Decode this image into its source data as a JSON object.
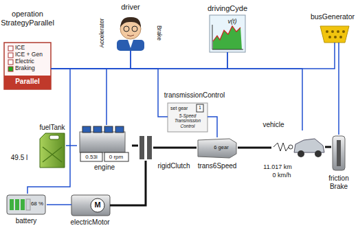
{
  "diagram": {
    "nodes": [
      {
        "text": [
          "operation StrategyParallel",
          "ICE",
          "ICE + Gen",
          "Electric",
          "Braking",
          "Parallel"
        ]
      },
      {
        "text": [
          "driver",
          "Accelerator",
          "Brake"
        ]
      },
      {
        "text": [
          "drivingCyde",
          "v(t)"
        ]
      },
      {
        "text": [
          "busGenerator"
        ]
      },
      {
        "text": [
          "transmissionControl",
          "set gear",
          "1",
          "5-Speed Transmission Control"
        ]
      },
      {
        "text": [
          "fuelTank",
          "49.5 l"
        ]
      },
      {
        "text": [
          "0.53l",
          "0 rpm",
          "engine"
        ]
      },
      {
        "text": [
          "rigidClutch"
        ]
      },
      {
        "text": [
          "6 gear",
          "trans6Speed"
        ]
      },
      {
        "text": [
          "vehicle",
          "11.017 km",
          "0 km/h"
        ]
      },
      {
        "text": [
          "friction Brake"
        ]
      },
      {
        "text": [
          "battery",
          "68 %"
        ]
      },
      {
        "text": [
          "electricMotor",
          "M"
        ]
      }
    ],
    "edges": [
      {
        "from": 0,
        "to": 1,
        "arrow": "none"
      },
      {
        "from": 1,
        "to": 2,
        "arrow": "none"
      },
      {
        "from": 2,
        "to": 3,
        "arrow": "none"
      },
      {
        "from": 3,
        "to": 10,
        "arrow": "none"
      },
      {
        "from": 0,
        "to": 4,
        "arrow": "none"
      },
      {
        "from": 4,
        "to": 8,
        "arrow": "none"
      },
      {
        "from": 0,
        "to": 6,
        "arrow": "none"
      },
      {
        "from": 0,
        "to": 11,
        "arrow": "none"
      },
      {
        "from": 0,
        "to": 9,
        "arrow": "none"
      },
      {
        "from": 5,
        "to": 6,
        "arrow": "none"
      },
      {
        "from": 6,
        "to": 7,
        "arrow": "none"
      },
      {
        "from": 7,
        "to": 8,
        "arrow": "none"
      },
      {
        "from": 8,
        "to": 9,
        "arrow": "none"
      },
      {
        "from": 9,
        "to": 10,
        "arrow": "none"
      },
      {
        "from": 12,
        "to": 7,
        "arrow": "none"
      },
      {
        "from": 11,
        "to": 12,
        "arrow": "none"
      }
    ]
  }
}
